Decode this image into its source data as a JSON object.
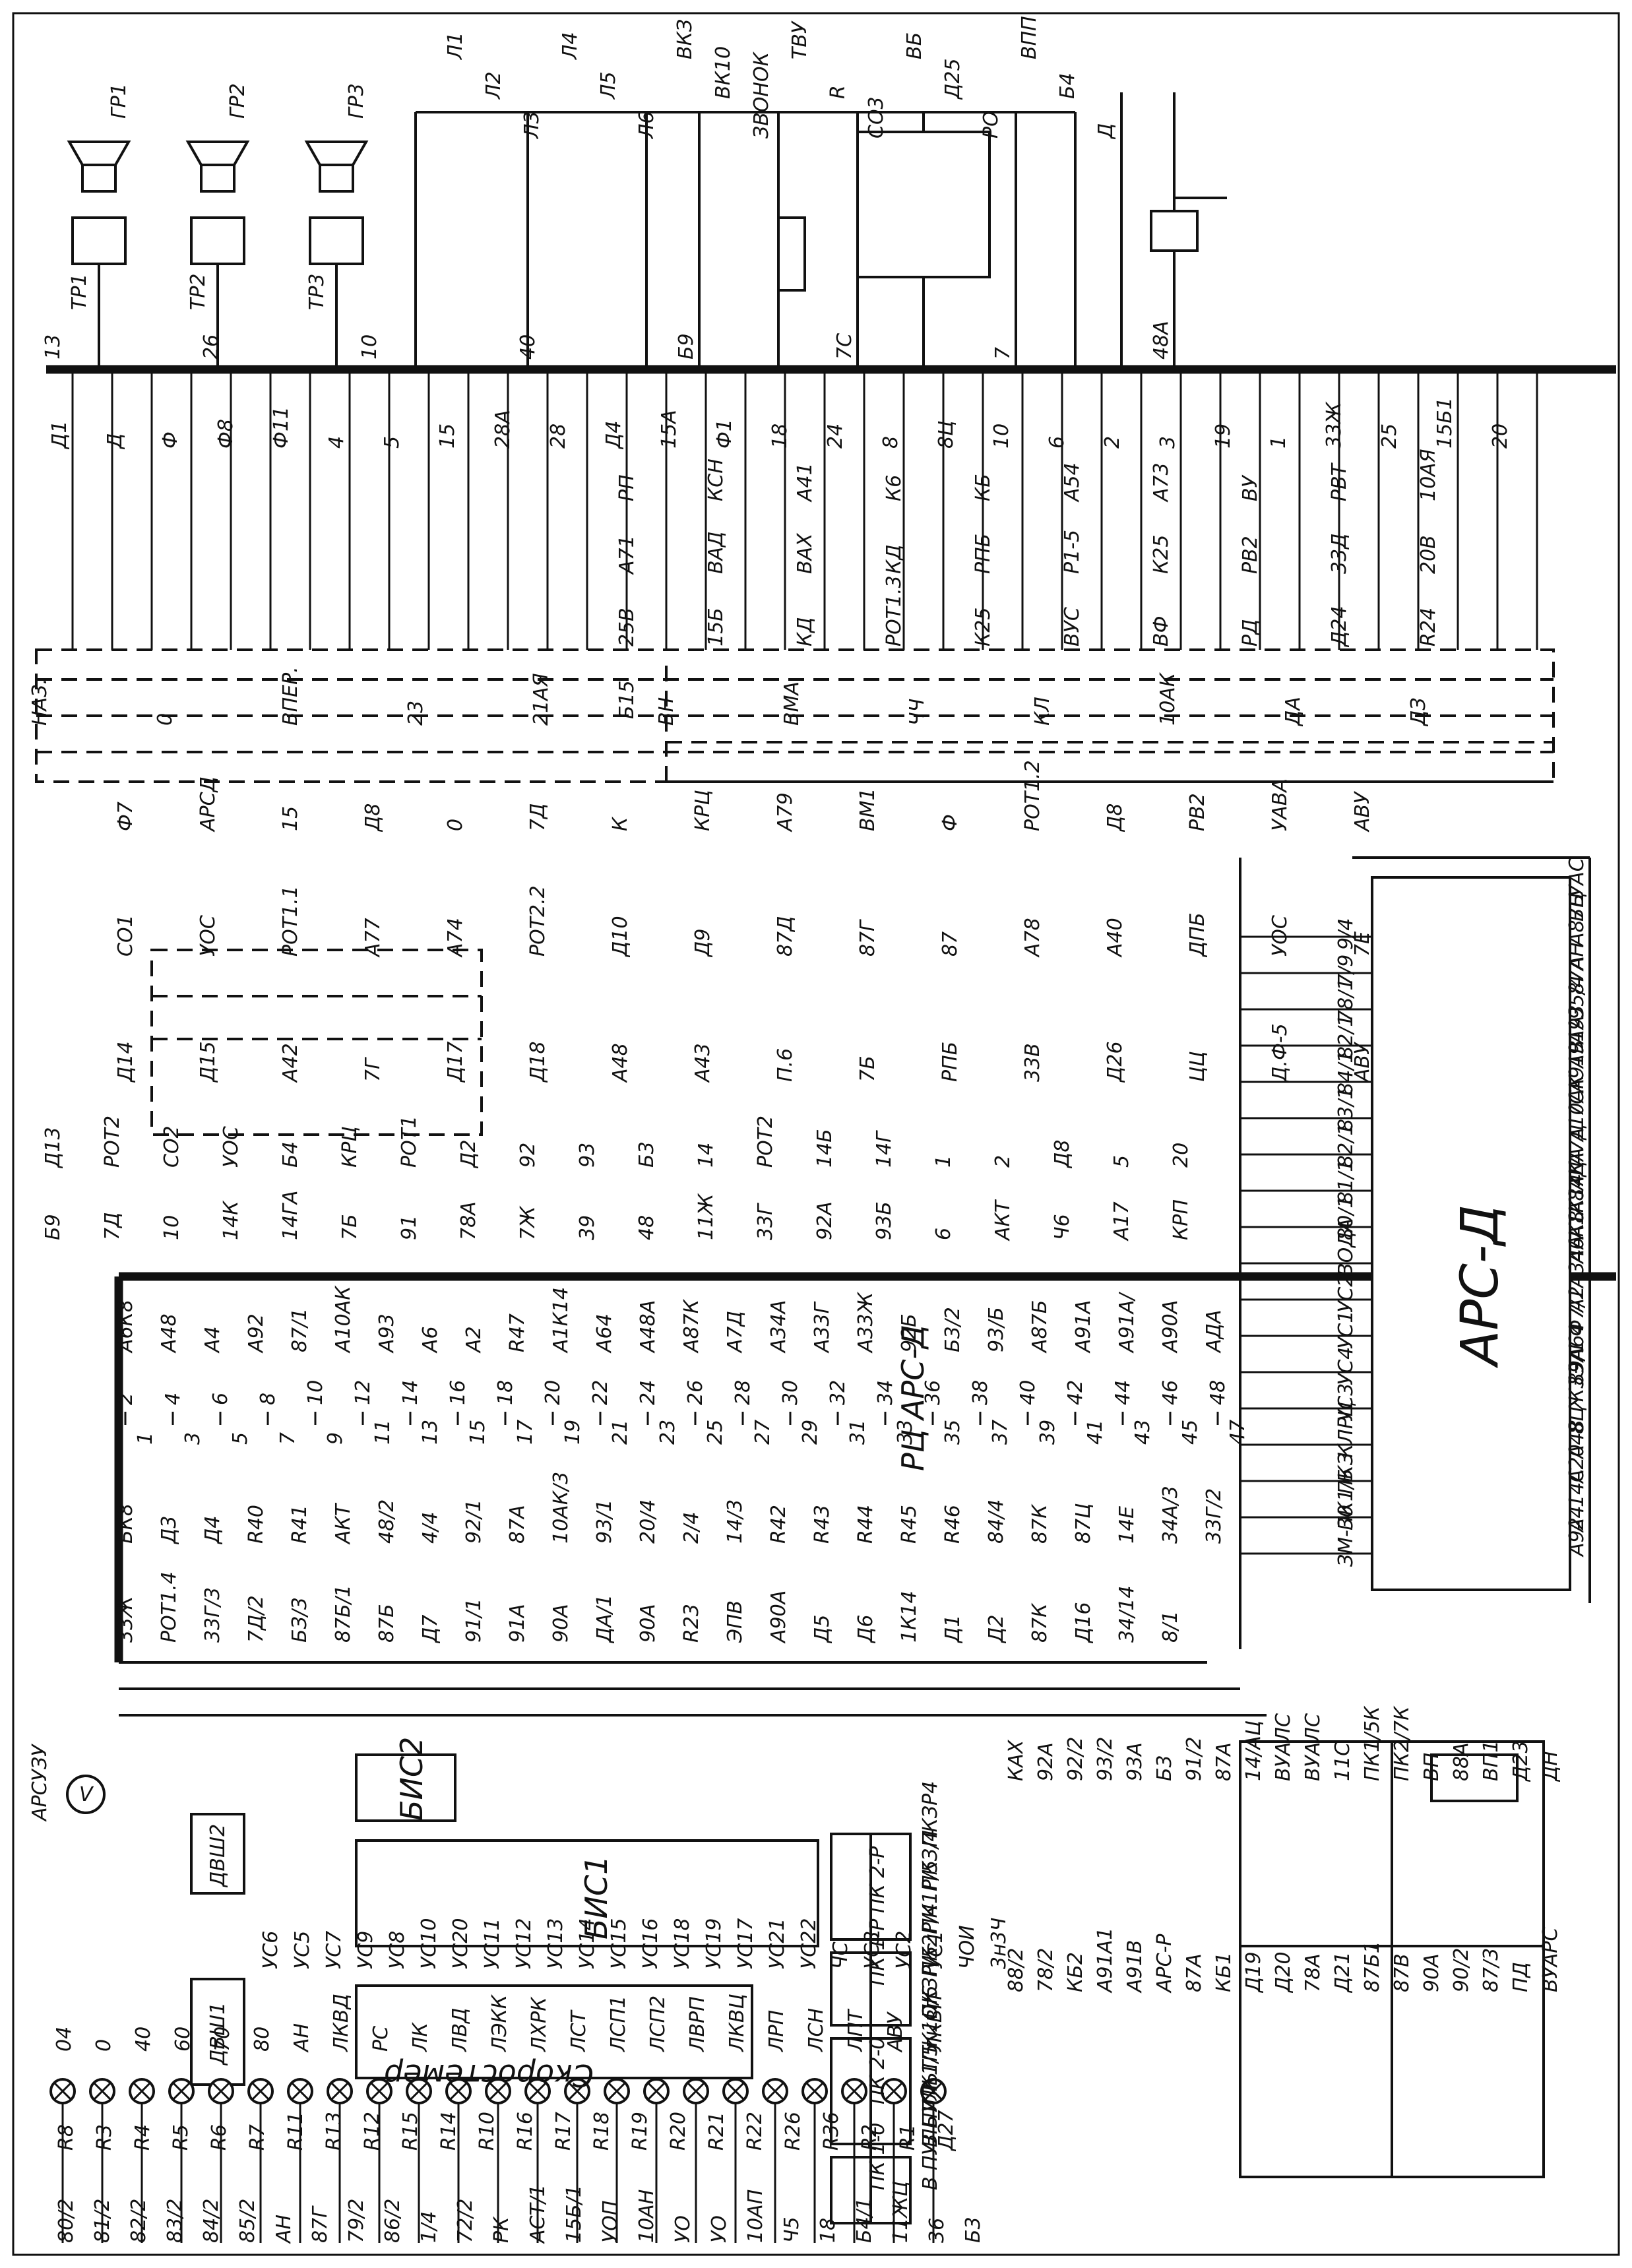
{
  "speakers": [
    "ГР1",
    "ГР2",
    "ГР3"
  ],
  "transformers": [
    "ТР1",
    "ТР2",
    "ТР3"
  ],
  "top_components": [
    "Л1",
    "Л2",
    "Л3",
    "Л4",
    "Л5",
    "Л6",
    "ВКЗ",
    "ВК10",
    "ЗВОНОК",
    "ТВУ",
    "R",
    "СО3",
    "ВБ",
    "Д25",
    "РО",
    "ВПП",
    "Б4",
    "Д"
  ],
  "top_terminals": [
    "13",
    "26",
    "10",
    "40",
    "Б9",
    "7С",
    "7",
    "48А"
  ],
  "bus_wires": [
    "Д1",
    "Д",
    "Ф",
    "Ф8",
    "Ф11",
    "4",
    "5",
    "15",
    "28А",
    "28",
    "Д4",
    "15А",
    "Ф1",
    "18",
    "24",
    "8",
    "8Ц",
    "10",
    "6",
    "2",
    "3",
    "19",
    "1",
    "33Ж",
    "25",
    "15Б1",
    "20"
  ],
  "right_labels": [
    "РП",
    "КСН",
    "А41",
    "К6",
    "КБ",
    "А54",
    "А73",
    "ВУ",
    "РВТ",
    "10АЯ",
    "А71",
    "ВАД",
    "ВАХ",
    "КД",
    "РПБ",
    "Р1-5",
    "К25",
    "РВ2",
    "33Д",
    "20В",
    "25В",
    "15Б",
    "КД",
    "РОТ1.3",
    "К25",
    "ВУС",
    "ВФ",
    "РД",
    "Д24",
    "R24",
    "Б15"
  ],
  "controller_labels": [
    "НАЗ.",
    "0",
    "ВПЕР.",
    "23",
    "21АЯ",
    "ВН",
    "ВМА",
    "ЧЧ",
    "КЛ",
    "10АК",
    "ДА",
    "ДЗ"
  ],
  "mid_labels": [
    "Ф7",
    "АРСД",
    "15",
    "Д8",
    "0",
    "7Д",
    "К",
    "КРЦ",
    "А79",
    "ВМ1",
    "Ф",
    "РОТ1.2",
    "Д8",
    "РВ2",
    "УАВА",
    "АВУ",
    "СО1",
    "УОС",
    "РОТ1.1",
    "А77",
    "А74",
    "РОТ2.2",
    "Д10",
    "Д9",
    "87Д",
    "87Г",
    "87",
    "А78",
    "А40",
    "ДПБ",
    "УОС",
    "7Е",
    "Д14",
    "Д15",
    "А42",
    "7Г",
    "Д17",
    "Д18",
    "А48",
    "А43",
    "П.6",
    "7Б",
    "РПБ",
    "33В",
    "Д26",
    "ЦЦ",
    "Д.Ф-5",
    "АВУ"
  ],
  "left_column_labels": [
    "Д13",
    "РОТ2",
    "СО2",
    "УОС",
    "Б4",
    "КРЦ",
    "РОТ1",
    "Д2",
    "92",
    "93",
    "Б3",
    "14",
    "РОТ2",
    "14Б",
    "14Г",
    "1",
    "2",
    "Д8",
    "5",
    "20",
    "Б9",
    "7Д",
    "10",
    "14К",
    "14ГА",
    "7Б",
    "91",
    "78А",
    "7Ж",
    "39",
    "48",
    "11Ж",
    "33Г",
    "92А",
    "93Б",
    "6",
    "АКТ",
    "Ч6",
    "А17",
    "КРП"
  ],
  "rc_title": "РЦ АРС-Д",
  "rc_left_labels": [
    "А6К8",
    "А48",
    "А4",
    "А92",
    "87/1",
    "А10АК",
    "А93",
    "А6",
    "А2",
    "R47",
    "А1К14",
    "А64",
    "А48А",
    "А87К",
    "А7Д",
    "А34А",
    "А33Г",
    "А33Ж",
    "92Б",
    "Б3/2",
    "93/Б",
    "А87Б",
    "А91А",
    "А91А/",
    "А90А",
    "АДА"
  ],
  "rc_pins_even": [
    "2",
    "4",
    "6",
    "8",
    "10",
    "12",
    "14",
    "16",
    "18",
    "20",
    "22",
    "24",
    "26",
    "28",
    "30",
    "32",
    "34",
    "36",
    "38",
    "40",
    "42",
    "44",
    "46",
    "48"
  ],
  "rc_pins_odd": [
    "1",
    "3",
    "5",
    "7",
    "9",
    "11",
    "13",
    "15",
    "17",
    "19",
    "21",
    "23",
    "25",
    "27",
    "29",
    "31",
    "33",
    "35",
    "37",
    "39",
    "41",
    "43",
    "45",
    "47"
  ],
  "rc_right_labels": [
    "БК8",
    "Д3",
    "Д4",
    "R40",
    "R41",
    "АКТ",
    "48/2",
    "4/4",
    "92/1",
    "87А",
    "10АК/3",
    "93/1",
    "20/4",
    "2/4",
    "14/3",
    "R42",
    "R43",
    "R44",
    "R45",
    "R46",
    "84/4",
    "87К",
    "87Ц",
    "14Е",
    "34А/3",
    "33Г/2",
    "33Ж",
    "РОТ1.4",
    "33Г/3",
    "7Д/2",
    "БЗ/3",
    "87Б/1",
    "87Б",
    "Д7",
    "91/1",
    "91А",
    "90А",
    "ДА/1",
    "90А",
    "R23",
    "ЭПВ",
    "А90А",
    "Д5",
    "Д6",
    "1К14",
    "Д1",
    "Д2",
    "87К",
    "Д16",
    "34/14",
    "8/1"
  ],
  "arsd_title": "АРС-Д",
  "arsd_left_pins": [
    "9/4",
    "7/9",
    "78/1",
    "82/1",
    "84/1",
    "83/1",
    "82/1",
    "81/1",
    "80/1",
    "ВОДА",
    "УС2",
    "УС1",
    "УС4",
    "УС3",
    "КЛРЦ",
    "ПКЗ",
    "ПК1/Б",
    "ЗМ-30"
  ],
  "arsd_right_pins": [
    "УАС",
    "ВЦ",
    "А87Б",
    "АН",
    "87А",
    "95/4",
    "А93",
    "А91А",
    "А91В",
    "7С",
    "А10АК",
    "А7Д",
    "АДА",
    "А87К",
    "А1К14",
    "А6К8",
    "А34А",
    "А2",
    "Ф7/1",
    "А64",
    "89/1",
    "ЖЗЭА",
    "8Ц",
    "А48",
    "А20",
    "14С",
    "А4",
    "А92"
  ],
  "sensors": [
    "ДВШ2",
    "ДВШ1"
  ],
  "bis": [
    "БИС2",
    "БИС1"
  ],
  "speedometer": "Скоростемер",
  "voltmeter": "V",
  "arsu_label": "АРСУЗУ",
  "signal_pins": [
    "УС6",
    "УС5",
    "УС7",
    "УС9",
    "УС8",
    "УС10",
    "УС20",
    "УС11",
    "УС12",
    "УС13",
    "УС14",
    "УС15",
    "УС16",
    "УС18",
    "УС19",
    "УС17",
    "УС21",
    "УС22",
    "ЧС",
    "УС3",
    "УС2",
    "УС1",
    "ЧОИ",
    "3н3Ч"
  ],
  "pk_blocks": [
    "ПК 2-Р",
    "ПК 1-Р",
    "ПК 2-0",
    "ПК 1-0"
  ],
  "pk_notes": [
    "ПКЗР4",
    "ПКЗ/4",
    "ПК1Р/5",
    "ПК2Р/4",
    "ПКЗР/5",
    "ПК1О/5",
    "ПК1/5",
    "В ПУЛЬТ",
    "В ПУЛЬТ"
  ],
  "lamp_labels": [
    "04",
    "0",
    "40",
    "60",
    "70",
    "80",
    "АН",
    "ЛКВД",
    "РС",
    "ЛК",
    "ЛВД",
    "ЛЭКК",
    "ЛХРК",
    "ЛСТ",
    "ЛСП1",
    "ЛСП2",
    "ЛВРП",
    "ЛКВЦ",
    "ЛРП",
    "ЛСН",
    "ЛПТ",
    "АВУ",
    "ЛКВП"
  ],
  "lamp_resistors": [
    "R8",
    "R3",
    "R4",
    "R5",
    "R6",
    "R7",
    "R11",
    "R13",
    "R12",
    "R15",
    "R14",
    "R10",
    "R16",
    "R17",
    "R18",
    "R19",
    "R20",
    "R21",
    "R22",
    "R26",
    "R36",
    "R2",
    "R1",
    "Д27"
  ],
  "lamp_terminals": [
    "80/2",
    "81/2",
    "82/2",
    "83/2",
    "84/2",
    "85/2",
    "АН",
    "87Г",
    "79/2",
    "86/2",
    "1/4",
    "72/2",
    "РК",
    "АСТ/1",
    "15Б/1",
    "УОП",
    "10АН",
    "УО",
    "УО",
    "10АП",
    "Ч5",
    "18",
    "Б4/1",
    "11ЖЦ",
    "36",
    "Б3"
  ],
  "bottom_labels": [
    "КАХ",
    "92А",
    "92/2",
    "93/2",
    "93А",
    "Б3",
    "91/2",
    "87А",
    "14/АЦ",
    "ВУАЛС",
    "ВУАЛС",
    "11С",
    "ПК1/5К",
    "ПК2/7К",
    "ВП",
    "88А",
    "ВП1",
    "Д23",
    "ДН",
    "88/2",
    "78/2",
    "КБ2",
    "А91А1",
    "А91В",
    "АРС-Р",
    "87А",
    "КБ1",
    "Д19",
    "Д20",
    "78А",
    "Д21",
    "87Б1",
    "87В",
    "90А",
    "90/2",
    "87/3",
    "ПД",
    "ВУАРС"
  ]
}
